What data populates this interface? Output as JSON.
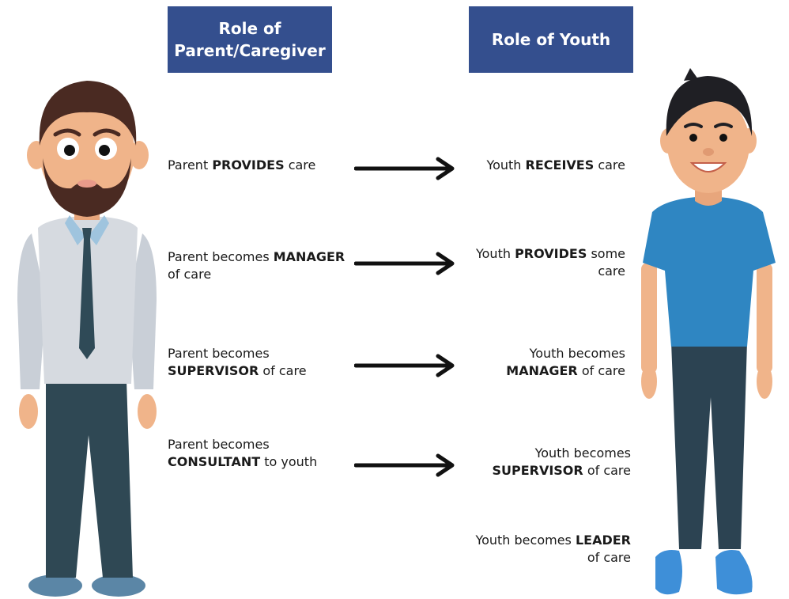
{
  "headers": {
    "parent": {
      "line1": "Role of",
      "line2": "Parent/Caregiver"
    },
    "youth": {
      "line1": "Role of Youth"
    }
  },
  "parent_roles": [
    {
      "lines": [
        {
          "pre": "Parent ",
          "bold": "PROVIDES",
          "post": " care"
        }
      ]
    },
    {
      "lines": [
        {
          "pre": "Parent becomes ",
          "bold": "MANAGER",
          "post": ""
        },
        {
          "pre": "of care",
          "bold": "",
          "post": ""
        }
      ]
    },
    {
      "lines": [
        {
          "pre": "Parent becomes",
          "bold": "",
          "post": ""
        },
        {
          "pre": "",
          "bold": "SUPERVISOR",
          "post": " of care"
        }
      ]
    },
    {
      "lines": [
        {
          "pre": "Parent becomes",
          "bold": "",
          "post": ""
        },
        {
          "pre": "",
          "bold": "CONSULTANT",
          "post": " to youth"
        }
      ]
    }
  ],
  "youth_roles": [
    {
      "lines": [
        {
          "pre": "Youth ",
          "bold": "RECEIVES",
          "post": " care"
        }
      ]
    },
    {
      "lines": [
        {
          "pre": "Youth ",
          "bold": "PROVIDES",
          "post": " some"
        },
        {
          "pre": "care",
          "bold": "",
          "post": ""
        }
      ]
    },
    {
      "lines": [
        {
          "pre": "Youth becomes",
          "bold": "",
          "post": ""
        },
        {
          "pre": "",
          "bold": "MANAGER",
          "post": " of care"
        }
      ]
    },
    {
      "lines": [
        {
          "pre": "Youth becomes",
          "bold": "",
          "post": ""
        },
        {
          "pre": "",
          "bold": "SUPERVISOR",
          "post": " of care"
        }
      ]
    },
    {
      "lines": [
        {
          "pre": "Youth becomes ",
          "bold": "LEADER",
          "post": ""
        },
        {
          "pre": "of care",
          "bold": "",
          "post": ""
        }
      ]
    }
  ],
  "figures": [
    {
      "name": "parent-illustration"
    },
    {
      "name": "youth-illustration"
    }
  ],
  "colors": {
    "header_bg": "#344f8e",
    "header_text": "#ffffff",
    "arrow": "#111111",
    "skin": "#f0b48a",
    "hair": "#4a2a22",
    "shirt_parent": "#d6dae0",
    "tie": "#2f4a57",
    "pants": "#2f4854",
    "shirt_youth": "#2f86c2",
    "jeans_youth": "#2c4352",
    "shoe_youth": "#3e8fd8"
  }
}
